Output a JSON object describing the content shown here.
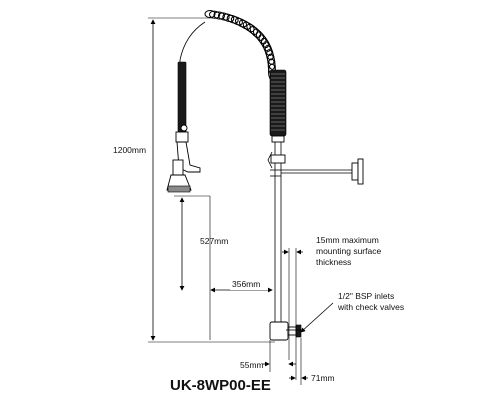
{
  "drawing": {
    "model": "UK-8WP00-EE",
    "dimensions": {
      "overall_height": "1200mm",
      "spray_height": "527mm",
      "reach": "356mm",
      "inlet_offset": "55mm",
      "inlet_depth": "71mm"
    },
    "notes": {
      "mounting_line1": "15mm maximum",
      "mounting_line2": "mounting surface",
      "mounting_line3": "thickness",
      "inlet_line1": "1/2\" BSP inlets",
      "inlet_line2": "with check valves"
    }
  }
}
